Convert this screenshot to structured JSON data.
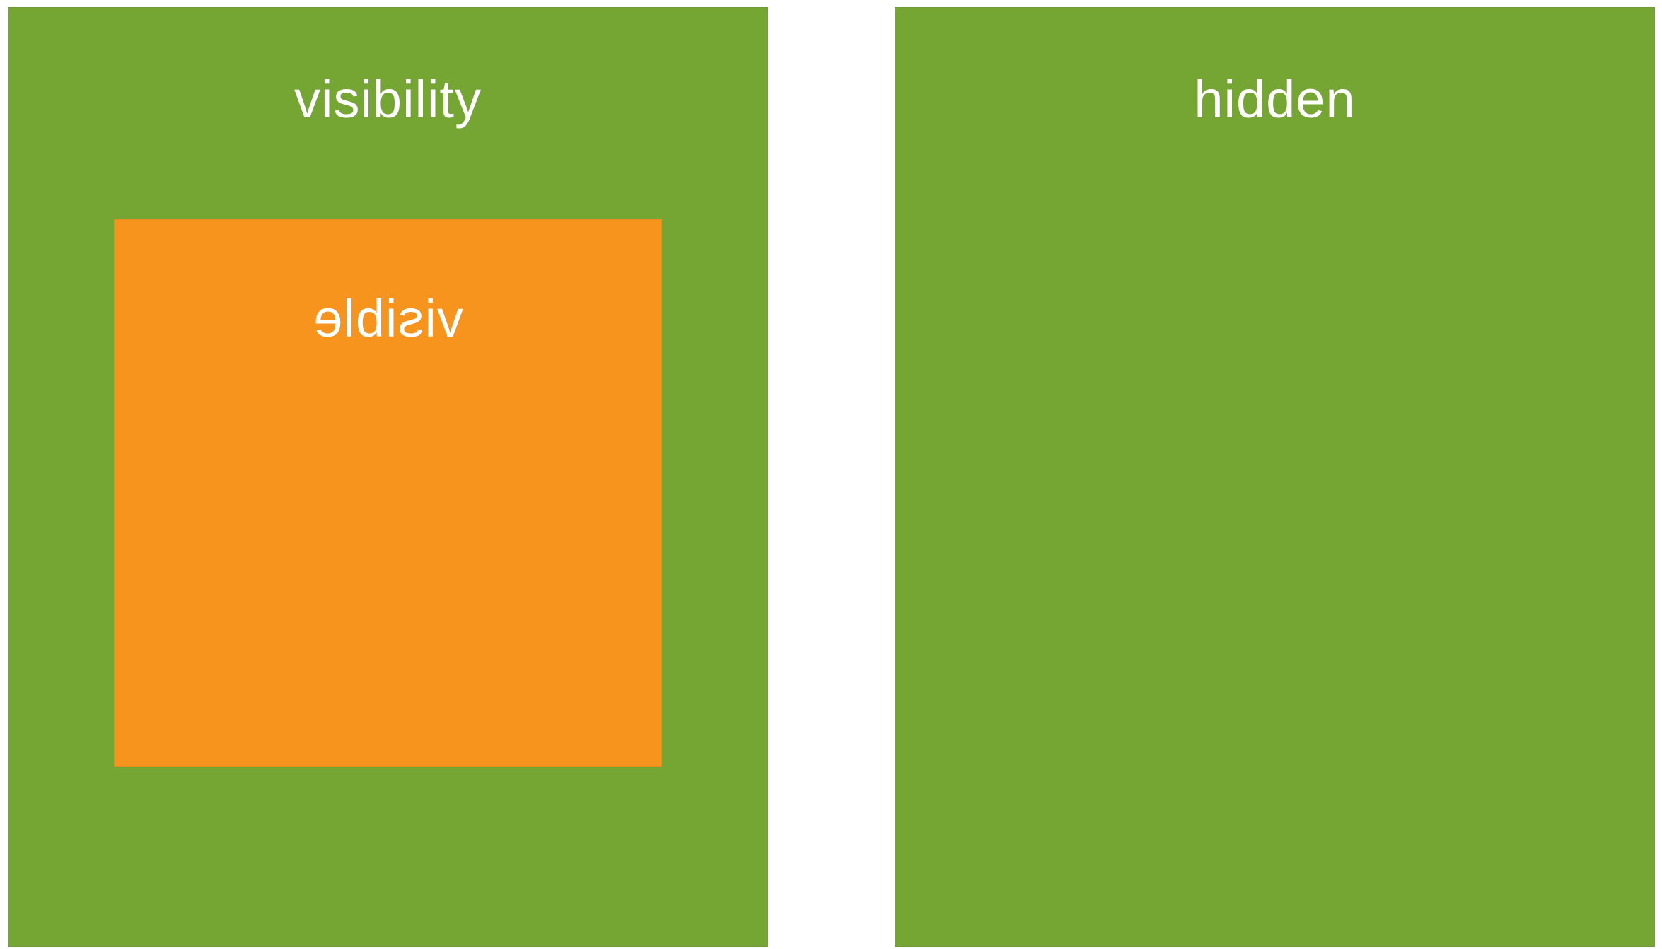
{
  "colors": {
    "panel": "#75a634",
    "inner_box": "#f7941e",
    "text": "#ffffff",
    "background": "#ffffff"
  },
  "left_panel": {
    "label": "visibility",
    "inner_box": {
      "label": "visible",
      "mirrored": true
    }
  },
  "right_panel": {
    "label": "hidden"
  }
}
